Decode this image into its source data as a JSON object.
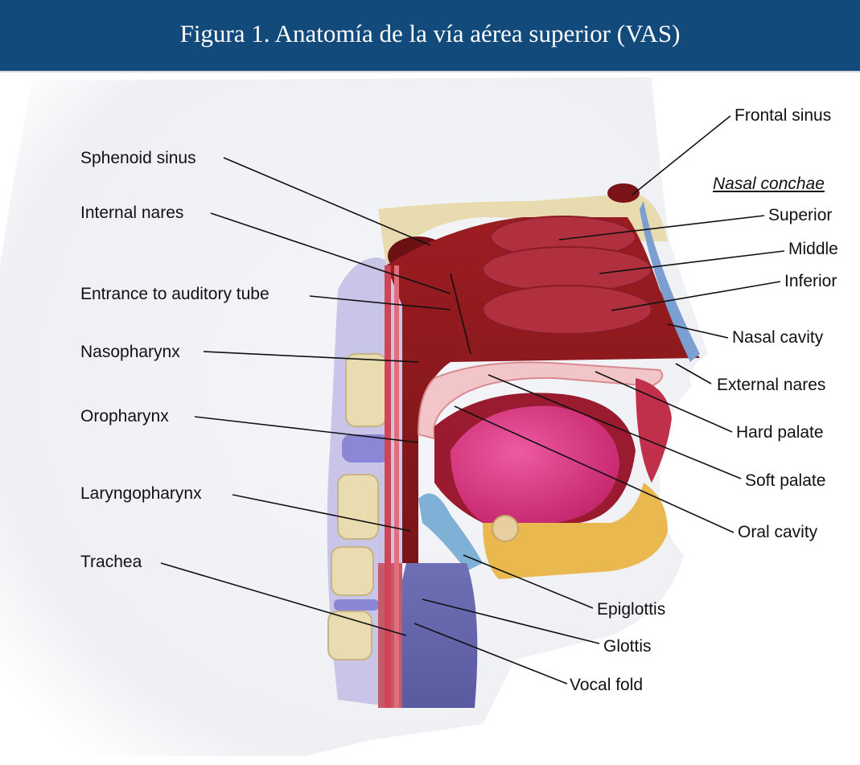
{
  "header": {
    "title": "Figura 1. Anatomía de la vía aérea superior (VAS)"
  },
  "colors": {
    "header_bg": "#124a7c",
    "cavity": "#8e1a1e",
    "tissue": "#c23a4a",
    "bone": "#e9dbb0",
    "cartilage": "#8d8fd0",
    "tongue": "#d6337a"
  },
  "labels": {
    "frontal_sinus": "Frontal sinus",
    "sphenoid_sinus": "Sphenoid sinus",
    "nasal_conchae": "Nasal conchae",
    "superior": "Superior",
    "internal_nares": "Internal nares",
    "middle": "Middle",
    "inferior": "Inferior",
    "entrance_auditory_tube": "Entrance to auditory tube",
    "nasal_cavity": "Nasal cavity",
    "nasopharynx": "Nasopharynx",
    "external_nares": "External nares",
    "oropharynx": "Oropharynx",
    "hard_palate": "Hard palate",
    "soft_palate": "Soft palate",
    "laryngopharynx": "Laryngopharynx",
    "oral_cavity": "Oral cavity",
    "trachea": "Trachea",
    "epiglottis": "Epiglottis",
    "glottis": "Glottis",
    "vocal_fold": "Vocal fold"
  }
}
